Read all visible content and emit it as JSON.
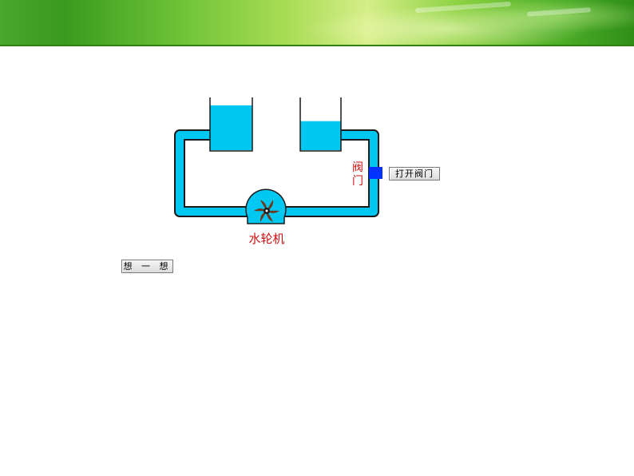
{
  "colors": {
    "pipe_fill": "#00c8f2",
    "pipe_outline": "#1a1a1a",
    "water": "#00c8f2",
    "valve": "#0033ff",
    "label_red": "#cc1111",
    "turbine_blades": "#6b3a1f",
    "banner_green": "#4aa62c"
  },
  "diagram": {
    "valve_label": "阀门",
    "turbine_label": "水轮机",
    "left_container": {
      "water_level_fraction": 0.85
    },
    "right_container": {
      "water_level_fraction": 0.55
    }
  },
  "buttons": {
    "open_valve": "打开阀门",
    "think": "想 一 想"
  },
  "icons": {
    "turbine": "turbine-icon",
    "valve": "valve-icon"
  }
}
